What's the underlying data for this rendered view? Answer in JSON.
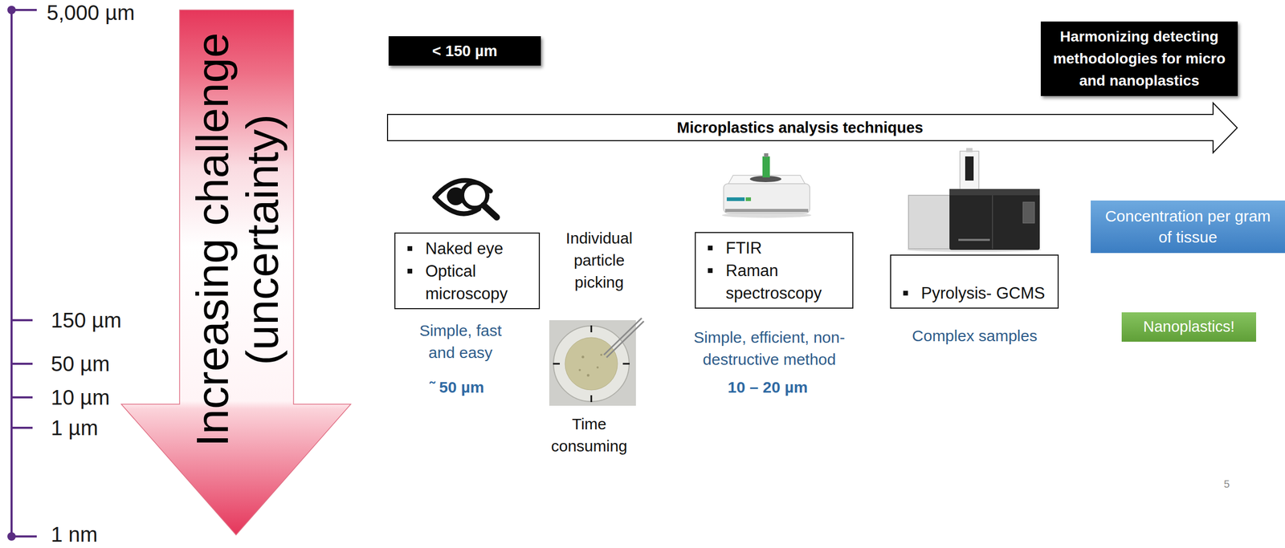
{
  "diagram": {
    "nodes": [
      {
        "text": [
          "Increasing challenge (uncertainty)"
        ]
      },
      {
        "text": [
          "< 150 µm"
        ]
      },
      {
        "text": [
          "Harmonizing detecting methodologies for micro and nanoplastics"
        ]
      },
      {
        "text": [
          "Microplastics analysis techniques"
        ]
      },
      {
        "text": [
          "Naked eye",
          "Optical microscopy"
        ]
      },
      {
        "text": [
          "FTIR",
          "Raman spectroscopy"
        ]
      },
      {
        "text": [
          "Pyrolysis- GCMS"
        ]
      },
      {
        "text": [
          "Concentration per gram of tissue"
        ]
      },
      {
        "text": [
          "Nanoplastics!"
        ]
      }
    ],
    "labels": [
      "5,000 µm",
      "150 µm",
      "50 µm",
      "10 µm",
      "1 µm",
      "1 nm",
      "Simple, fast and easy",
      "˜ 50 µm",
      "Individual particle picking",
      "Time consuming",
      "Simple, efficient, non-destructive method",
      "10 – 20 µm",
      "Complex samples",
      "5"
    ]
  }
}
